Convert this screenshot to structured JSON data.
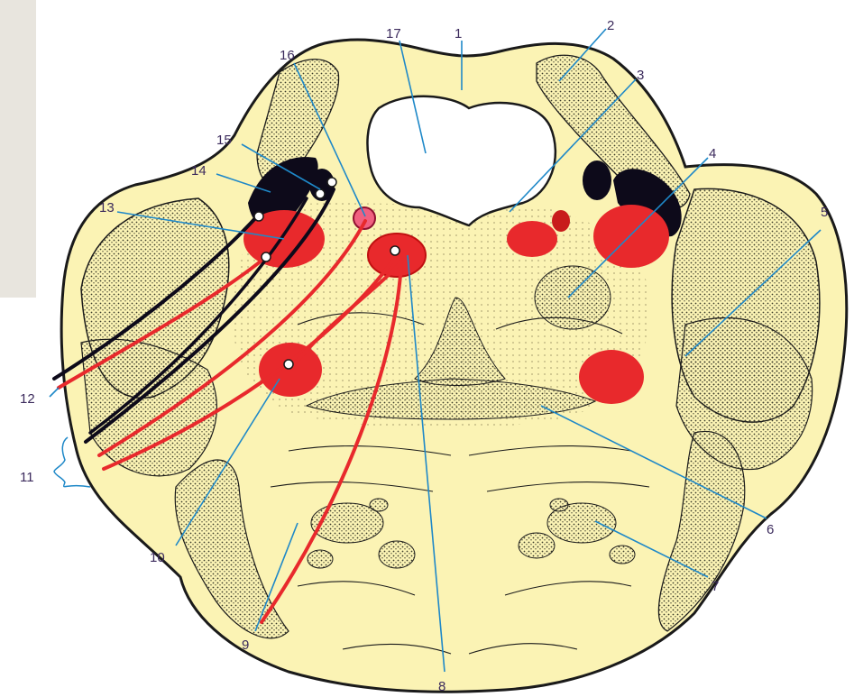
{
  "diagram": {
    "labels": [
      {
        "id": "1",
        "text": "1"
      },
      {
        "id": "2",
        "text": "2"
      },
      {
        "id": "3",
        "text": "3"
      },
      {
        "id": "4",
        "text": "4"
      },
      {
        "id": "5",
        "text": "5"
      },
      {
        "id": "6",
        "text": "6"
      },
      {
        "id": "7",
        "text": "7"
      },
      {
        "id": "8",
        "text": "8"
      },
      {
        "id": "9",
        "text": "9"
      },
      {
        "id": "10",
        "text": "10"
      },
      {
        "id": "11",
        "text": "11"
      },
      {
        "id": "12",
        "text": "12"
      },
      {
        "id": "13",
        "text": "13"
      },
      {
        "id": "14",
        "text": "14"
      },
      {
        "id": "15",
        "text": "15"
      },
      {
        "id": "16",
        "text": "16"
      },
      {
        "id": "17",
        "text": "17"
      }
    ],
    "colors": {
      "tissue": "#fbf3b4",
      "outline": "#1a1a1a",
      "stipple": "#3a3a2a",
      "red_nucleus": "#e8292c",
      "dark_nucleus": "#0d0a1a",
      "leader_line": "#1e88c8",
      "label_text": "#3b2a5c",
      "ventricle": "#ffffff"
    }
  }
}
